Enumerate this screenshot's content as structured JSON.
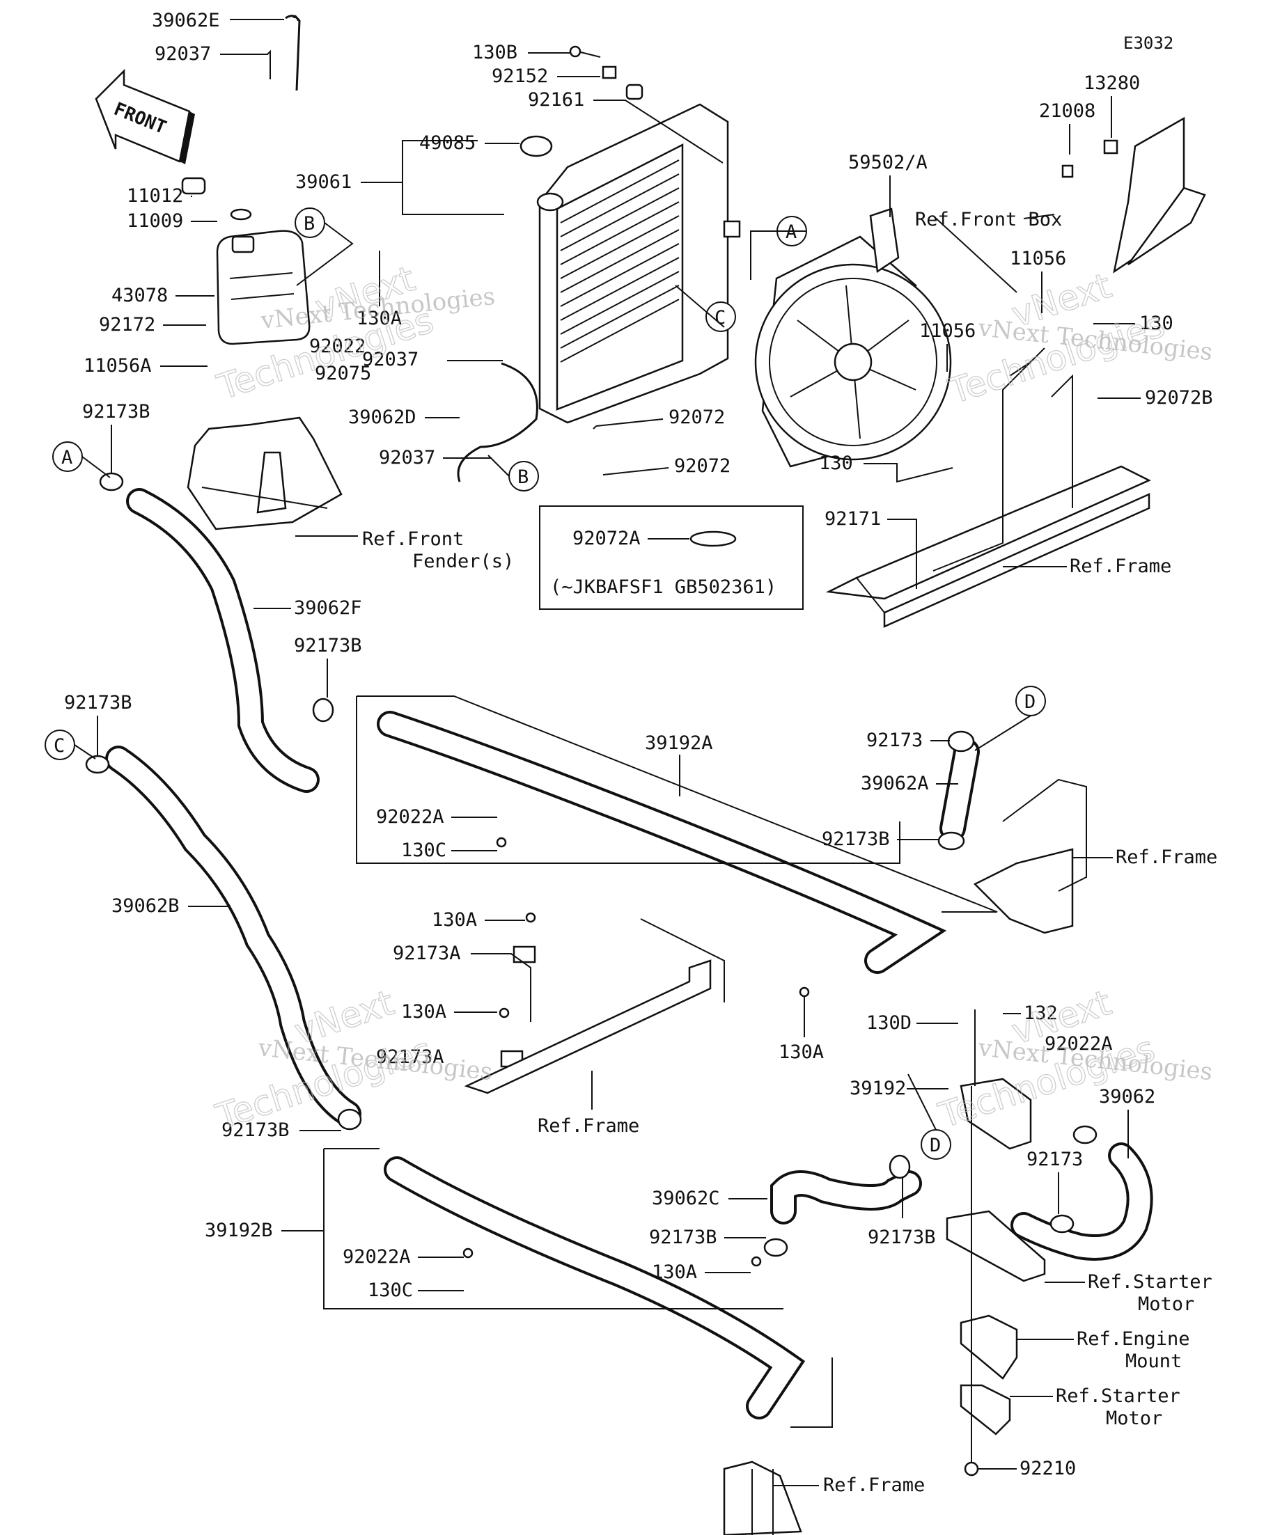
{
  "diagram_code": "E3032",
  "front_arrow_label": "FRONT",
  "note_box": {
    "part": "92072A",
    "note": "(~JKBAFSF1 GB502361)"
  },
  "labels": {
    "l39062E": "39062E",
    "l92037a": "92037",
    "l11012": "11012",
    "l11009": "11009",
    "l43078": "43078",
    "l92172": "92172",
    "l11056A": "11056A",
    "l92173B1": "92173B",
    "l130A1": "130A",
    "l92022": "92022",
    "l92075": "92075",
    "l92037b": "92037",
    "l39062D": "39062D",
    "l92037c": "92037",
    "l130B": "130B",
    "l92152": "92152",
    "l92161": "92161",
    "l49085": "49085",
    "l39061": "39061",
    "l92072a": "92072",
    "l92072b": "92072",
    "l59502": "59502/A",
    "l11056a": "11056",
    "l11056b": "11056",
    "l130a": "130",
    "l130b": "130",
    "l92072B": "92072B",
    "l92171": "92171",
    "l21008": "21008",
    "l13280": "13280",
    "l39062F": "39062F",
    "l92173B2": "92173B",
    "l92173B3": "92173B",
    "l39192A": "39192A",
    "l92022A1": "92022A",
    "l130C1": "130C",
    "l92173": "92173",
    "l39062A": "39062A",
    "l92173B4": "92173B",
    "l39062B": "39062B",
    "l130A2": "130A",
    "l92173A1": "92173A",
    "l130A3": "130A",
    "l92173A2": "92173A",
    "l130A4": "130A",
    "l92173B5": "92173B",
    "l39192B": "39192B",
    "l92022A2": "92022A",
    "l130C2": "130C",
    "l39062C": "39062C",
    "l92173B6": "92173B",
    "l130A5": "130A",
    "l92173B7": "92173B",
    "l130D": "130D",
    "l132": "132",
    "l92022A3": "92022A",
    "l39192": "39192",
    "l92173b": "92173",
    "l39062": "39062",
    "l92210": "92210"
  },
  "refs": {
    "front_box": "Ref.Front Box",
    "front_fender_1": "Ref.Front",
    "front_fender_2": "Fender(s)",
    "frame_1": "Ref.Frame",
    "frame_2": "Ref.Frame",
    "frame_3": "Ref.Frame",
    "frame_4": "Ref.Frame",
    "starter_motor_1a": "Ref.Starter",
    "starter_motor_1b": "Motor",
    "engine_mount_a": "Ref.Engine",
    "engine_mount_b": "Mount",
    "starter_motor_2a": "Ref.Starter",
    "starter_motor_2b": "Motor"
  },
  "connectors": {
    "A": "A",
    "B": "B",
    "C": "C",
    "D": "D"
  },
  "watermark": {
    "line1": "vNext Technologies",
    "line2": "vNext",
    "line3": "Technologies"
  }
}
